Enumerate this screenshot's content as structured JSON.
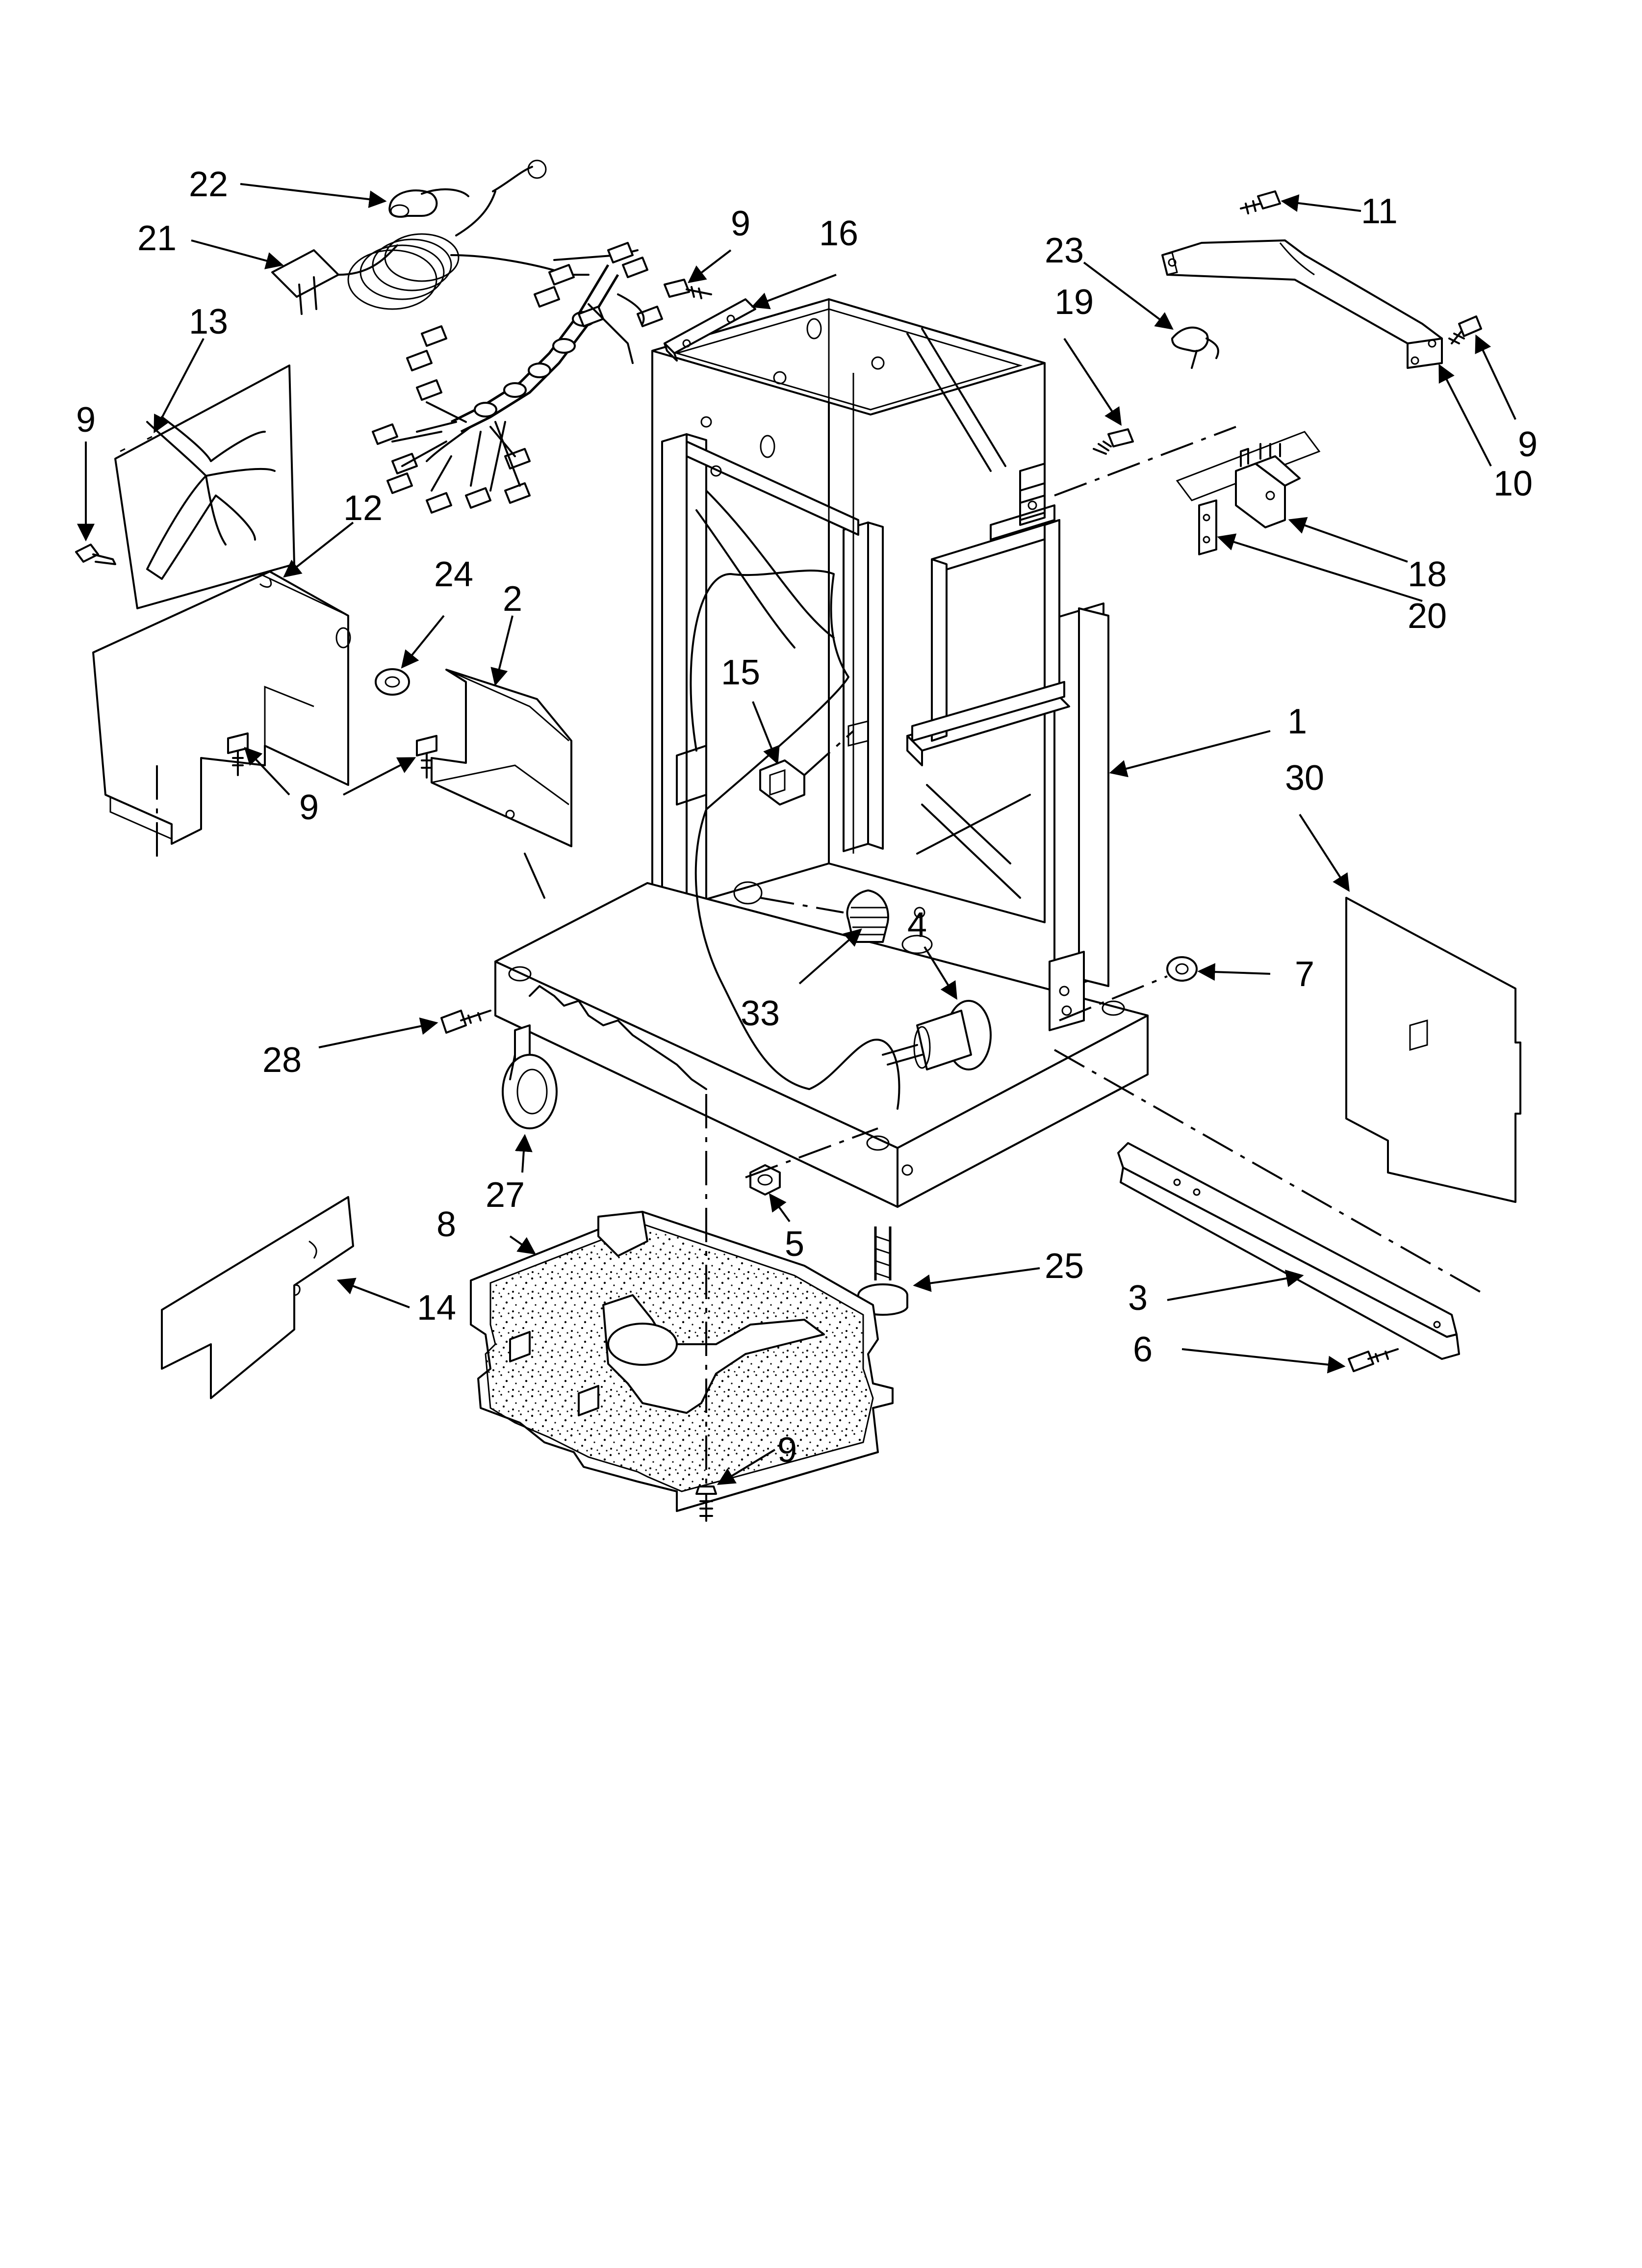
{
  "diagram": {
    "callouts": [
      {
        "id": "c22",
        "label": "22"
      },
      {
        "id": "c21",
        "label": "21"
      },
      {
        "id": "c13",
        "label": "13"
      },
      {
        "id": "c9a",
        "label": "9"
      },
      {
        "id": "c12",
        "label": "12"
      },
      {
        "id": "c24",
        "label": "24"
      },
      {
        "id": "c2",
        "label": "2"
      },
      {
        "id": "c9b",
        "label": "9"
      },
      {
        "id": "c9c",
        "label": "9"
      },
      {
        "id": "c16",
        "label": "16"
      },
      {
        "id": "c23",
        "label": "23"
      },
      {
        "id": "c19",
        "label": "19"
      },
      {
        "id": "c11",
        "label": "11"
      },
      {
        "id": "c9d",
        "label": "9"
      },
      {
        "id": "c10",
        "label": "10"
      },
      {
        "id": "c18",
        "label": "18"
      },
      {
        "id": "c20",
        "label": "20"
      },
      {
        "id": "c15",
        "label": "15"
      },
      {
        "id": "c1",
        "label": "1"
      },
      {
        "id": "c30",
        "label": "30"
      },
      {
        "id": "c7",
        "label": "7"
      },
      {
        "id": "c33",
        "label": "33"
      },
      {
        "id": "c4",
        "label": "4"
      },
      {
        "id": "c28",
        "label": "28"
      },
      {
        "id": "c27",
        "label": "27"
      },
      {
        "id": "c5",
        "label": "5"
      },
      {
        "id": "c8",
        "label": "8"
      },
      {
        "id": "c25",
        "label": "25"
      },
      {
        "id": "c14",
        "label": "14"
      },
      {
        "id": "c3",
        "label": "3"
      },
      {
        "id": "c6",
        "label": "6"
      },
      {
        "id": "c9e",
        "label": "9"
      }
    ]
  }
}
